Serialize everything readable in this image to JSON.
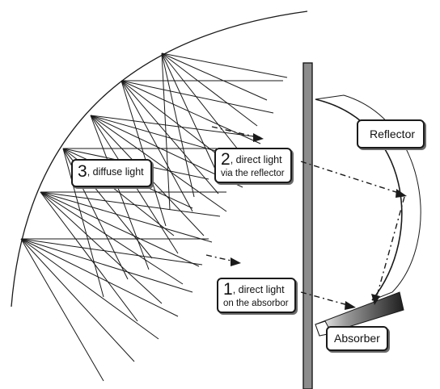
{
  "labels": {
    "reflector": "Reflector",
    "absorber": "Absorber",
    "diffuse_number": "3",
    "diffuse_text": ", diffuse light",
    "via_number": "2",
    "via_text_line1": ", direct light",
    "via_text_line2": "via the reflector",
    "absorbor_number": "1",
    "absorbor_text_line1": ", direct light",
    "absorbor_text_line2": "on the absorbor"
  },
  "colors": {
    "line": "#1a1a1a",
    "glass_pane": "#8c8c8c",
    "absorber_dark": "#222222",
    "absorber_light": "#ffffff"
  }
}
